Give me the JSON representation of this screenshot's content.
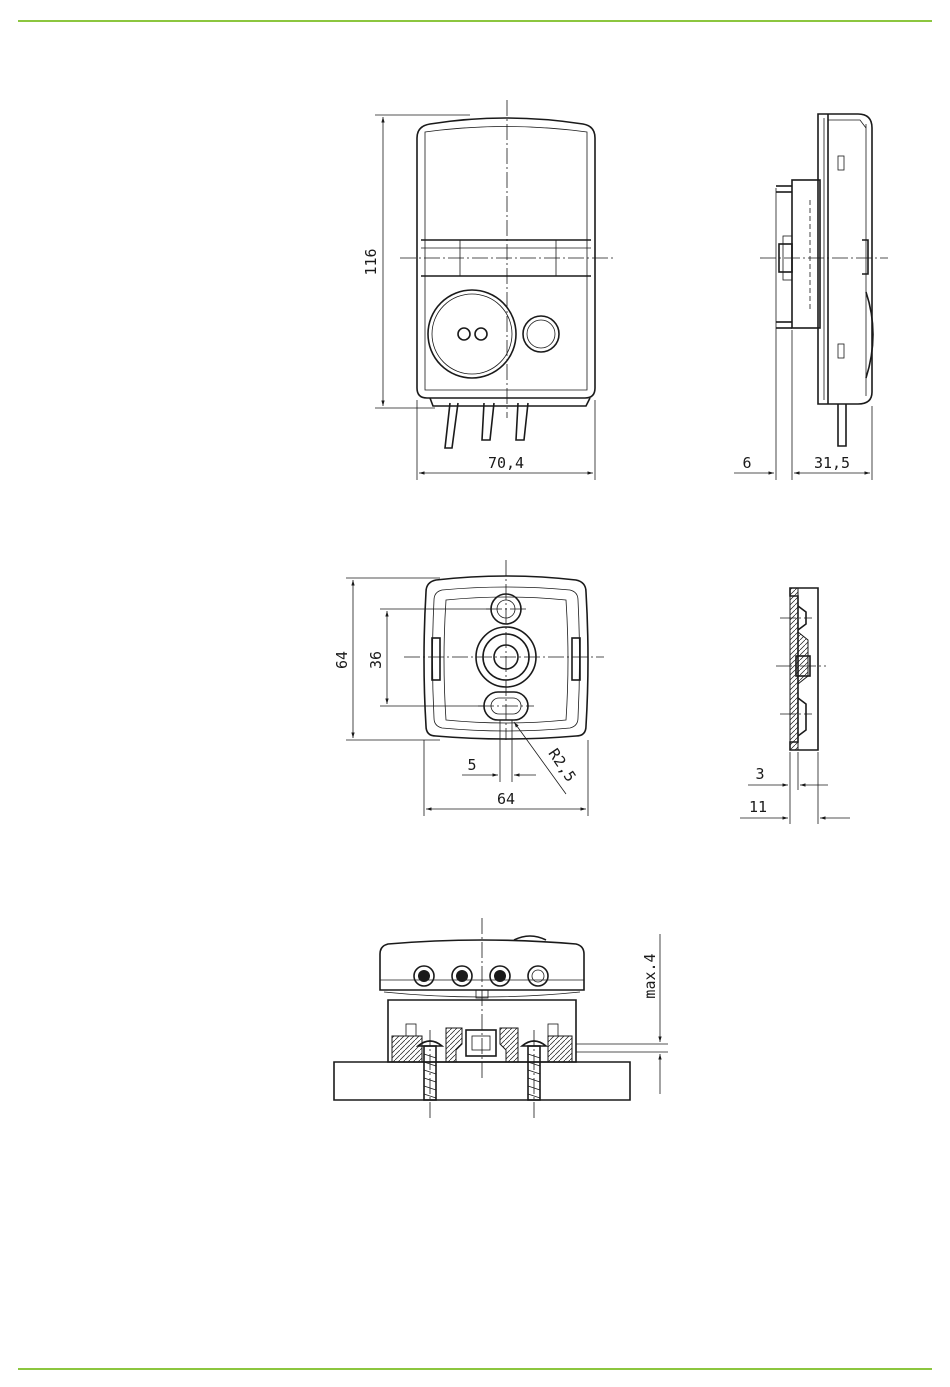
{
  "colors": {
    "accent_rule": "#8cc63f",
    "ink": "#1a1a1a",
    "background": "#ffffff"
  },
  "front_view": {
    "height": "116",
    "width": "70,4"
  },
  "side_view": {
    "rail_offset": "6",
    "depth": "31,5"
  },
  "base_view": {
    "height": "64",
    "hole_spacing": "36",
    "slot_width": "5",
    "radius": "R2,5",
    "width": "64"
  },
  "base_section": {
    "wall": "3",
    "depth": "11"
  },
  "mounting_view": {
    "max_gap": "max.4"
  }
}
